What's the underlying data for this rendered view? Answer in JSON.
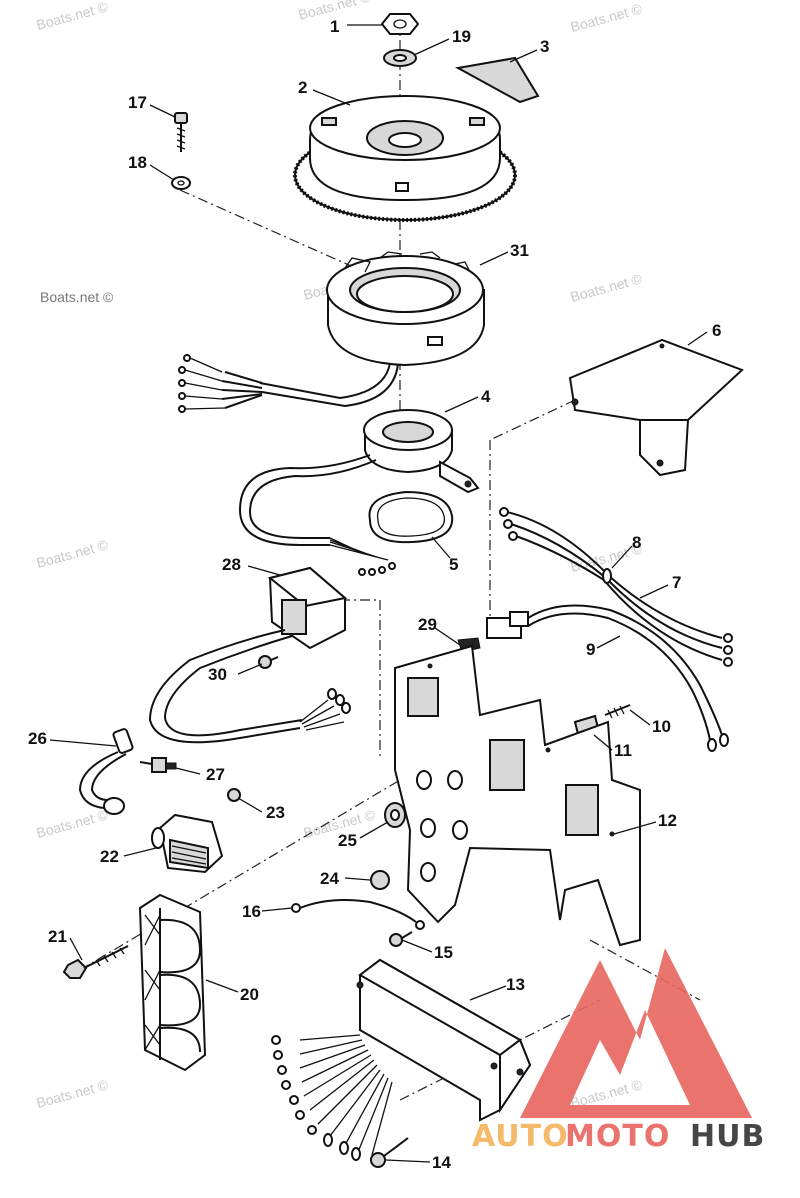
{
  "watermark": "Boats.net ©",
  "logo": {
    "part1": "AUTO",
    "part2": "MOTO",
    "part3": "HUB",
    "color_primary": "#e8665e",
    "color_secondary": "#f3b35a",
    "color_dark": "#333333"
  },
  "callouts": [
    "1",
    "19",
    "3",
    "2",
    "17",
    "18",
    "31",
    "6",
    "4",
    "5",
    "8",
    "7",
    "28",
    "29",
    "9",
    "30",
    "10",
    "11",
    "26",
    "27",
    "23",
    "12",
    "25",
    "22",
    "24",
    "16",
    "15",
    "21",
    "20",
    "13",
    "14"
  ]
}
